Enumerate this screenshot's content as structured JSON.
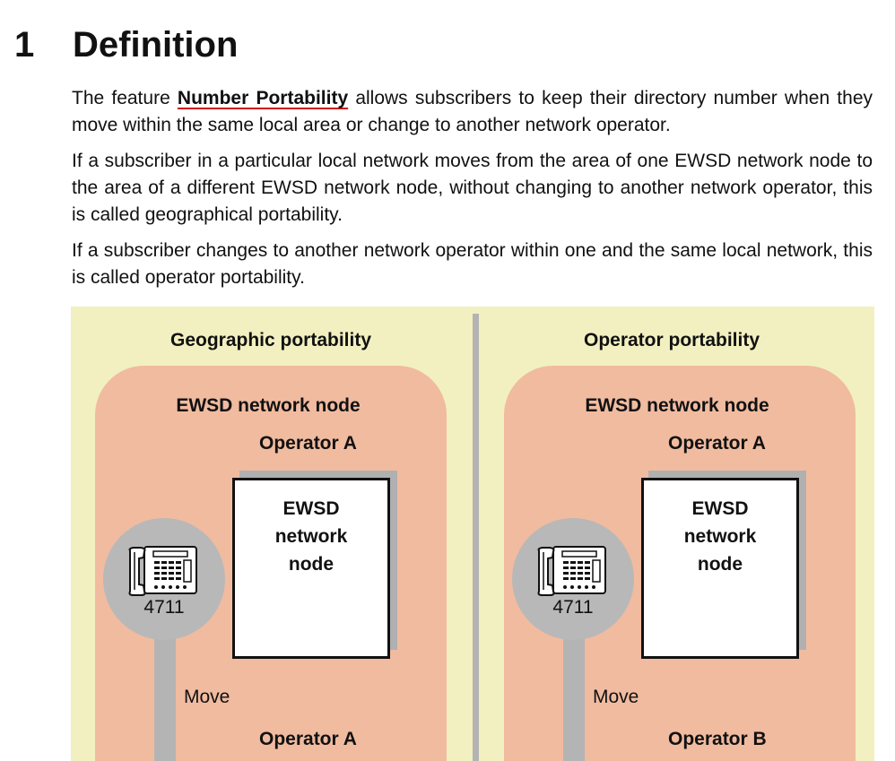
{
  "section": {
    "number": "1",
    "title": "Definition"
  },
  "paragraphs": {
    "p1_before": "The feature ",
    "p1_term": "Number Portability",
    "p1_after": " allows subscribers to keep their directory number when they move within the same local area or change to another network operator.",
    "p2": "If a subscriber in a particular local network moves from the area of one EWSD network node to the area of a different EWSD network node, without changing to another network operator, this is called geographical portability.",
    "p3": "If a subscriber changes to another network operator within one and the same local network, this is called operator portability."
  },
  "figure": {
    "colors": {
      "background": "#f2f0c0",
      "node_area": "#f1bba0",
      "divider": "#b4b4b4",
      "underline": "#d01010"
    },
    "left": {
      "title": "Geographic portability",
      "node_label": "EWSD network node",
      "operator_top": "Operator A",
      "box_line1": "EWSD",
      "box_line2": "network",
      "box_line3": "node",
      "phone_icon": "telephone-icon",
      "phone_number": "4711",
      "move_label": "Move",
      "operator_bottom": "Operator A"
    },
    "right": {
      "title": "Operator portability",
      "node_label": "EWSD network node",
      "operator_top": "Operator A",
      "box_line1": "EWSD",
      "box_line2": "network",
      "box_line3": "node",
      "phone_icon": "telephone-icon",
      "phone_number": "4711",
      "move_label": "Move",
      "operator_bottom": "Operator B"
    }
  }
}
